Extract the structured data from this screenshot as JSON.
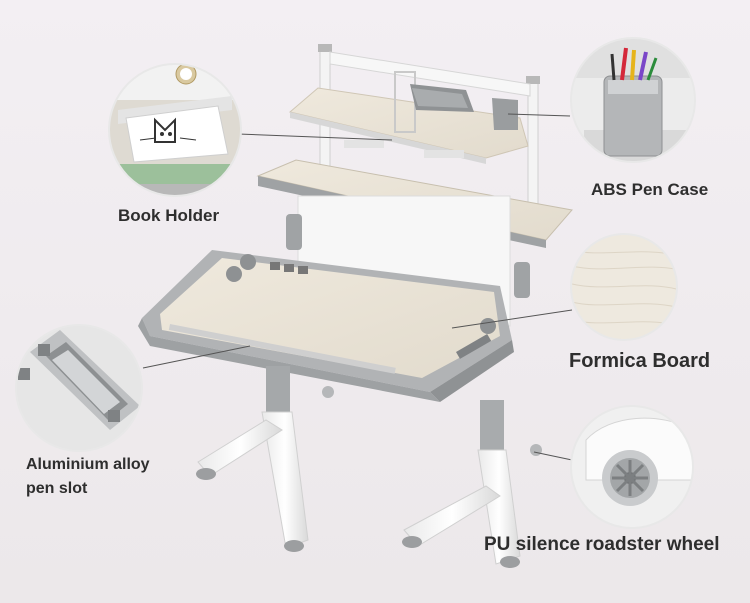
{
  "labels": {
    "book_holder": "Book Holder",
    "pen_case": "ABS Pen Case",
    "formica_board": "Formica Board",
    "pen_slot_line1": "Aluminium alloy",
    "pen_slot_line2": "pen slot",
    "wheel": "PU silence roadster wheel"
  },
  "colors": {
    "background": "#f0ecef",
    "desk_top": "#e9e3d6",
    "trim_gray": "#a7a9ab",
    "frame_white": "#f8f8f8",
    "label_text": "#2e2e2e",
    "leader_line": "#555555"
  }
}
